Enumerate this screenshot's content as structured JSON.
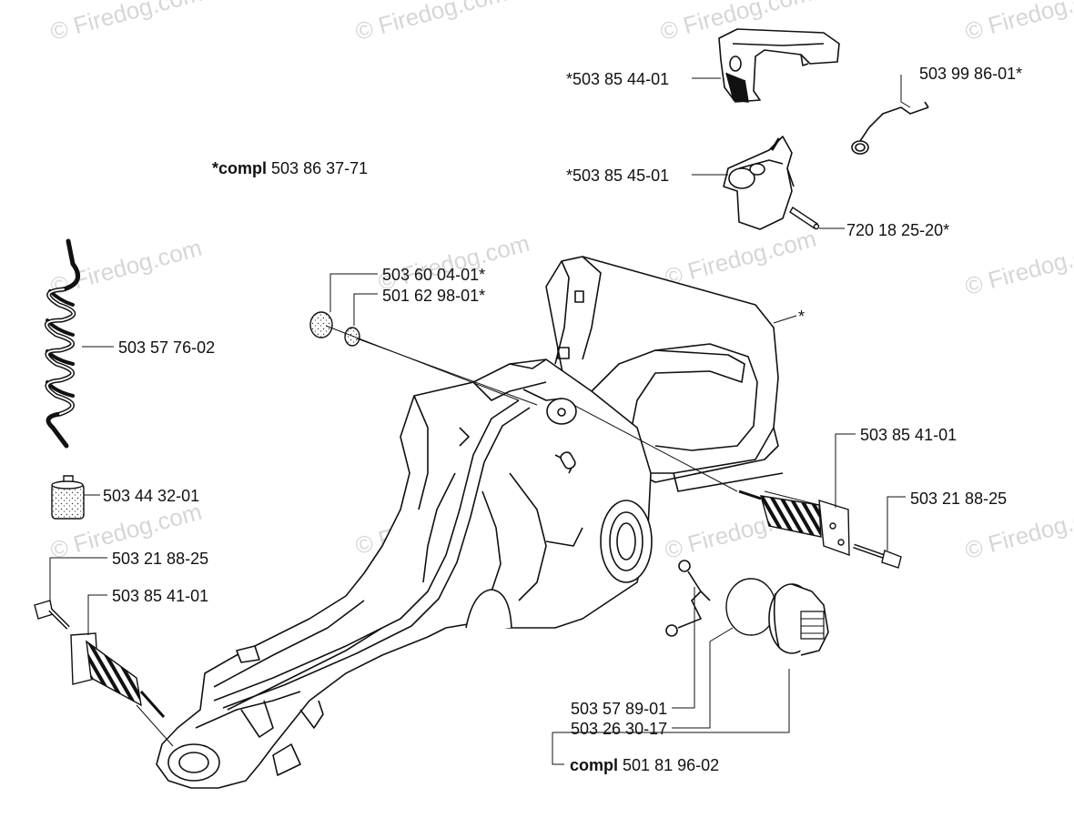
{
  "watermark": "Firedog.com",
  "labels": {
    "top_handle_upper": "*503 85 44-01",
    "spring_wire": "503 99 86-01*",
    "compl_header_bold": "*compl",
    "compl_header_num": "503 86 37-71",
    "top_handle_lower": "*503 85 45-01",
    "pin": "720 18 25-20*",
    "filter_a": "503 60 04-01*",
    "filter_b": "501 62 98-01*",
    "star": "*",
    "fuel_hose": "503 57 76-02",
    "fuel_filter": "503 44 32-01",
    "av_spring_right": "503 85 41-01",
    "screw_right": "503 21 88-25",
    "screw_left": "503 21 88-25",
    "av_spring_left": "503 85 41-01",
    "strap": "503 57 89-01",
    "oring": "503 26 30-17",
    "compl_cap_bold": "compl",
    "compl_cap_num": "501 81 96-02"
  }
}
